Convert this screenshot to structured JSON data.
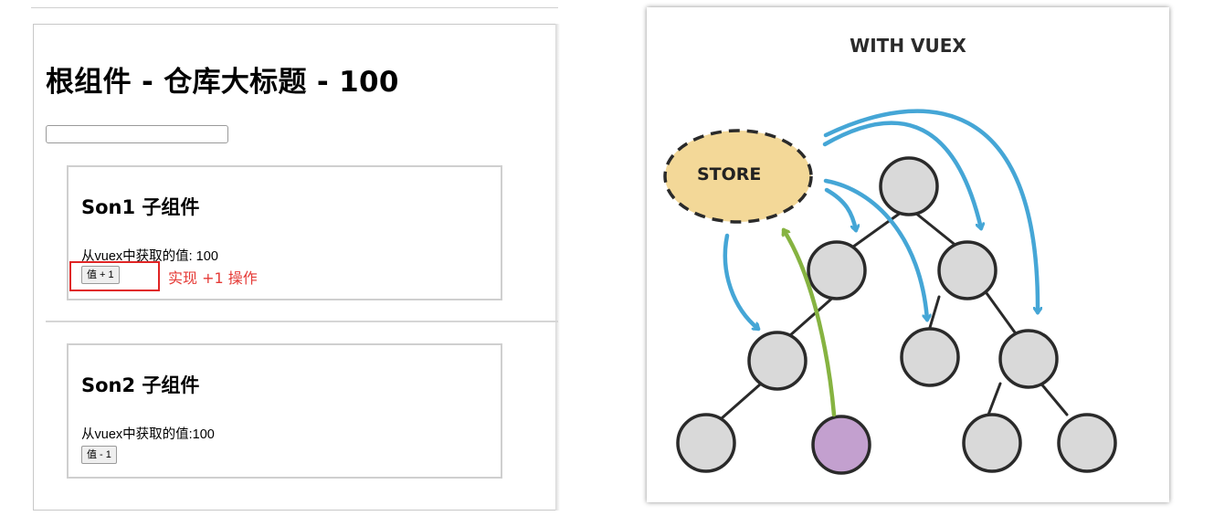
{
  "root": {
    "title": "根组件 - 仓库大标题 - 100",
    "input": {
      "value": "",
      "placeholder": ""
    }
  },
  "son1": {
    "title": "Son1 子组件",
    "value_text": "从vuex中获取的值: 100",
    "button_label": "值 + 1",
    "annotation": "实现 +1 操作",
    "highlight_color": "#e02424"
  },
  "son2": {
    "title": "Son2 子组件",
    "value_text": "从vuex中获取的值:100",
    "button_label": "值 - 1"
  },
  "diagram": {
    "title": "WITH VUEX",
    "store_label": "STORE",
    "colors": {
      "store_fill": "#f3d898",
      "node_fill": "#d9d9d9",
      "highlight_node_fill": "#c3a0cf",
      "blue_arrow": "#45a6d6",
      "green_arrow": "#86b341"
    }
  }
}
